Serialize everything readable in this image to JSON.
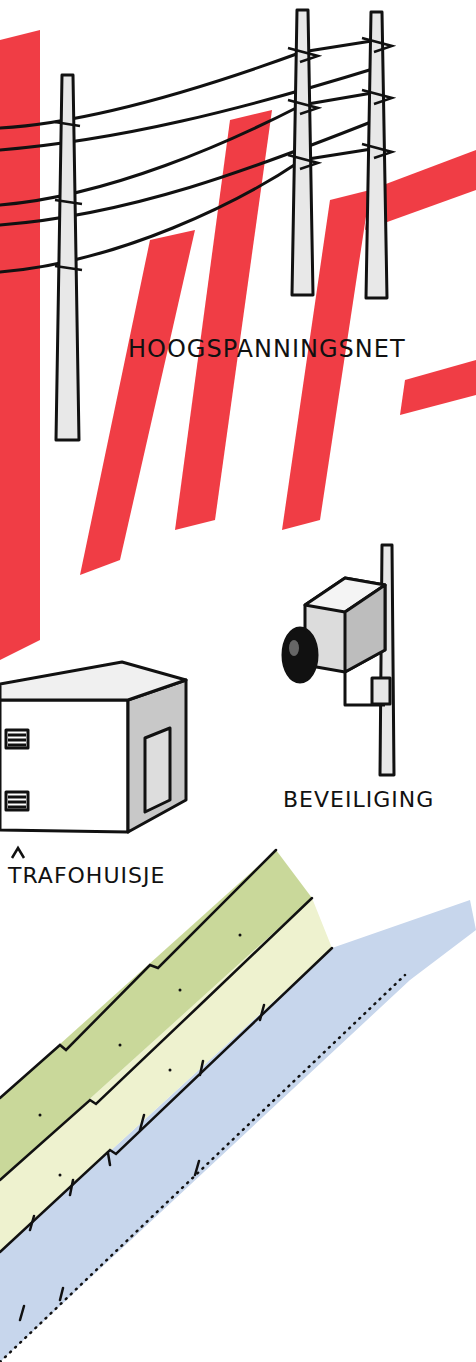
{
  "diagram": {
    "labels": [
      "HOOGSPANNINGSNET",
      "BEVEILIGING",
      "TRAFOHUISJE"
    ]
  }
}
